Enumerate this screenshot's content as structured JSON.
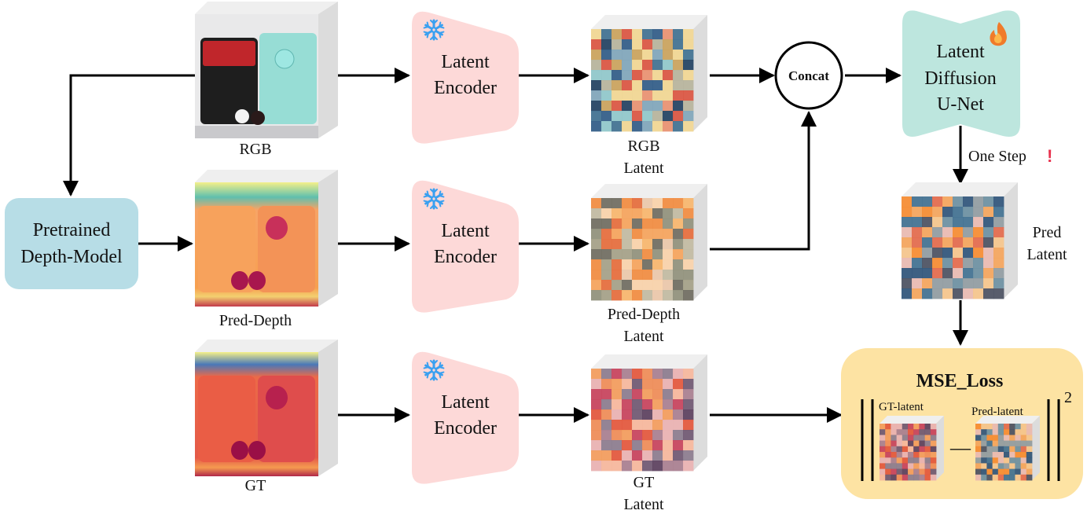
{
  "colors": {
    "encoder_fill": "#fdd9d8",
    "pretrained_fill": "#b7dde6",
    "unet_fill": "#bde6de",
    "loss_fill": "#fde3a3",
    "snowflake": "#3aa0f0",
    "exclaim": "#e8334f",
    "flame_outer": "#f07b2a",
    "flame_inner": "#fdb74a",
    "arrow": "#000000"
  },
  "inputs": {
    "rgb": {
      "caption": "RGB"
    },
    "pred_depth": {
      "caption": "Pred-Depth"
    },
    "gt": {
      "caption": "GT"
    }
  },
  "pretrained_model": {
    "line1": "Pretrained",
    "line2": "Depth-Model"
  },
  "encoders": [
    {
      "line1": "Latent",
      "line2": "Encoder",
      "icon": "snowflake-icon",
      "state": "frozen"
    },
    {
      "line1": "Latent",
      "line2": "Encoder",
      "icon": "snowflake-icon",
      "state": "frozen"
    },
    {
      "line1": "Latent",
      "line2": "Encoder",
      "icon": "snowflake-icon",
      "state": "frozen"
    }
  ],
  "latents": {
    "rgb": {
      "line1": "RGB",
      "line2": "Latent",
      "palette": [
        "#2f5a86",
        "#c9a15a",
        "#d9523f",
        "#8ec6c9",
        "#f0d590",
        "#3e6f8f",
        "#b5b29a",
        "#1f3f5f",
        "#e88f6f",
        "#7ea4b8"
      ]
    },
    "pred_depth": {
      "line1": "Pred-Depth",
      "line2": "Latent",
      "palette": [
        "#f08a3e",
        "#f6b46a",
        "#8f8f7a",
        "#e9c6a8",
        "#6e6a5e",
        "#f4a25a",
        "#a39e86",
        "#e46a3a",
        "#c0b8a0",
        "#f7d0a8"
      ]
    },
    "gt": {
      "line1": "GT",
      "line2": "Latent",
      "palette": [
        "#e2553a",
        "#ee8a55",
        "#8a7a8c",
        "#5a3e5c",
        "#e8b0b0",
        "#f29a5a",
        "#6e5670",
        "#c5405a",
        "#a77d8e",
        "#f5b59a"
      ]
    },
    "pred": {
      "line1": "Pred",
      "line2": "Latent",
      "palette": [
        "#f58a2f",
        "#3f6f8f",
        "#e8b8b0",
        "#f3a35a",
        "#4a4f5f",
        "#8f9aa0",
        "#e2684a",
        "#2e5378",
        "#f4c38a",
        "#6a8ea0"
      ]
    }
  },
  "concat": {
    "label": "Concat"
  },
  "unet": {
    "line1": "Latent",
    "line2": "Diffusion",
    "line3": "U-Net",
    "icon": "flame-icon",
    "state": "trainable"
  },
  "one_step": {
    "label": "One Step",
    "mark": "!"
  },
  "loss": {
    "title": "MSE_Loss",
    "left_label": "GT-latent",
    "right_label": "Pred-latent",
    "operator": "—",
    "exponent": "2"
  }
}
